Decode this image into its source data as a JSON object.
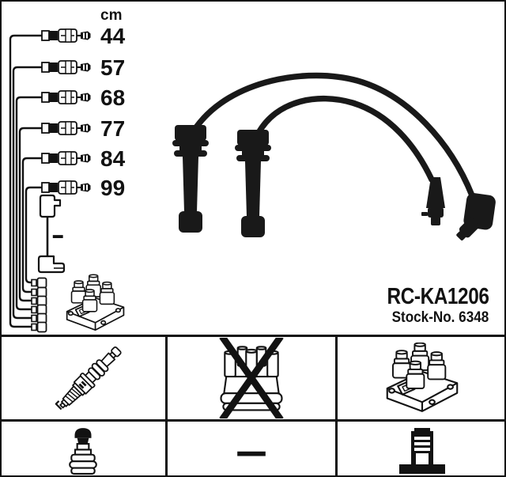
{
  "product": {
    "code": "RC-KA1206",
    "stock_no": "Stock-No. 6348"
  },
  "length_chart": {
    "unit_label": "cm",
    "cable_lengths": [
      "44",
      "57",
      "68",
      "77",
      "84",
      "99"
    ],
    "unlisted_length_label": "–"
  },
  "compatibility_table": {
    "no_value_label": "–",
    "row1_icons": [
      "spark-plug",
      "distributor-cap-crossed-out",
      "ignition-coil-pack"
    ],
    "row2_icons": [
      "plug-terminal-nut",
      "none",
      "coil-tower-connector"
    ]
  },
  "colors": {
    "ink": "#121212",
    "photo_black": "#191919",
    "background": "#ffffff"
  }
}
